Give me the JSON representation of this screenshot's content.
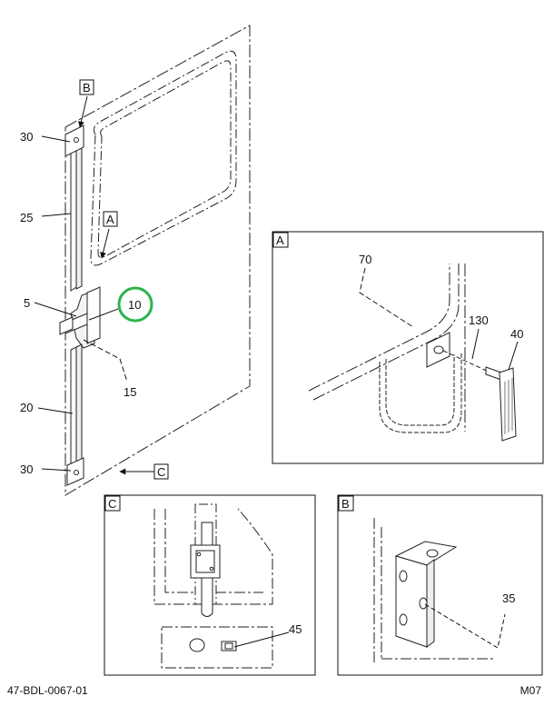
{
  "callouts": {
    "c30_top": "30",
    "c25": "25",
    "c5": "5",
    "c10": "10",
    "c15": "15",
    "c20": "20",
    "c30_bottom": "30",
    "c70": "70",
    "c130": "130",
    "c40": "40",
    "c45": "45",
    "c35": "35"
  },
  "view_labels": {
    "b_main": "B",
    "a_main": "A",
    "c_main": "C",
    "a_box": "A",
    "c_box": "C",
    "b_box": "B"
  },
  "highlight_color": "#2db34a",
  "footer": {
    "doc_id": "47-BDL-0067-01",
    "sheet": "M07"
  }
}
